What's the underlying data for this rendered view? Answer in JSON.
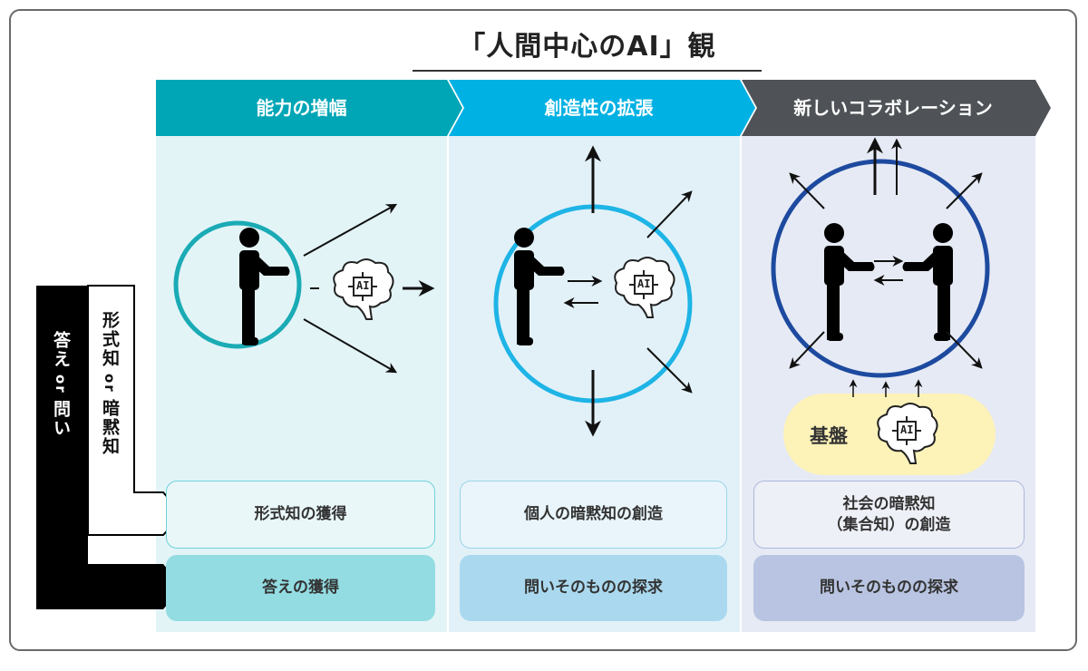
{
  "title": "「人間中心のAI」観",
  "columns": [
    {
      "header": "能力の増幅",
      "box_top": "形式知の獲得",
      "box_bottom": "答えの獲得"
    },
    {
      "header": "創造性の拡張",
      "box_top": "個人の暗黙知の創造",
      "box_bottom": "問いそのものの探求"
    },
    {
      "header": "新しいコラボレーション",
      "box_top": "社会の暗黙知\n（集合知）の創造",
      "box_bottom": "問いそのものの探求"
    }
  ],
  "axis_outer": {
    "top": "答え",
    "or": "or",
    "bottom": "問い"
  },
  "axis_inner": {
    "top": "形式知",
    "or": "or",
    "bottom": "暗黙知"
  },
  "ai_label": "AI",
  "foundation_label": "基盤",
  "colors": {
    "teal": "#00a6b6",
    "cyan": "#00b1e3",
    "gray": "#4f5358",
    "navy": "#1d4a9f",
    "yellow": "#fdf2b8"
  }
}
